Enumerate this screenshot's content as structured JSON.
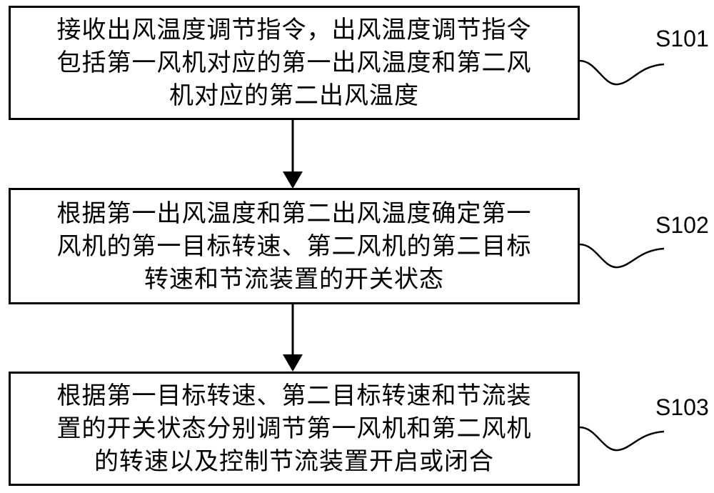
{
  "steps": [
    {
      "id": "S101",
      "text": "接收出风温度调节指令，出风温度调节指令\n包括第一风机对应的第一出风温度和第二风\n机对应的第二出风温度"
    },
    {
      "id": "S102",
      "text": "根据第一出风温度和第二出风温度确定第一\n风机的第一目标转速、第二风机的第二目标\n转速和节流装置的开关状态"
    },
    {
      "id": "S103",
      "text": "根据第一目标转速、第二目标转速和节流装\n置的开关状态分别调节第一风机和第二风机\n的转速以及控制节流装置开启或闭合"
    }
  ]
}
